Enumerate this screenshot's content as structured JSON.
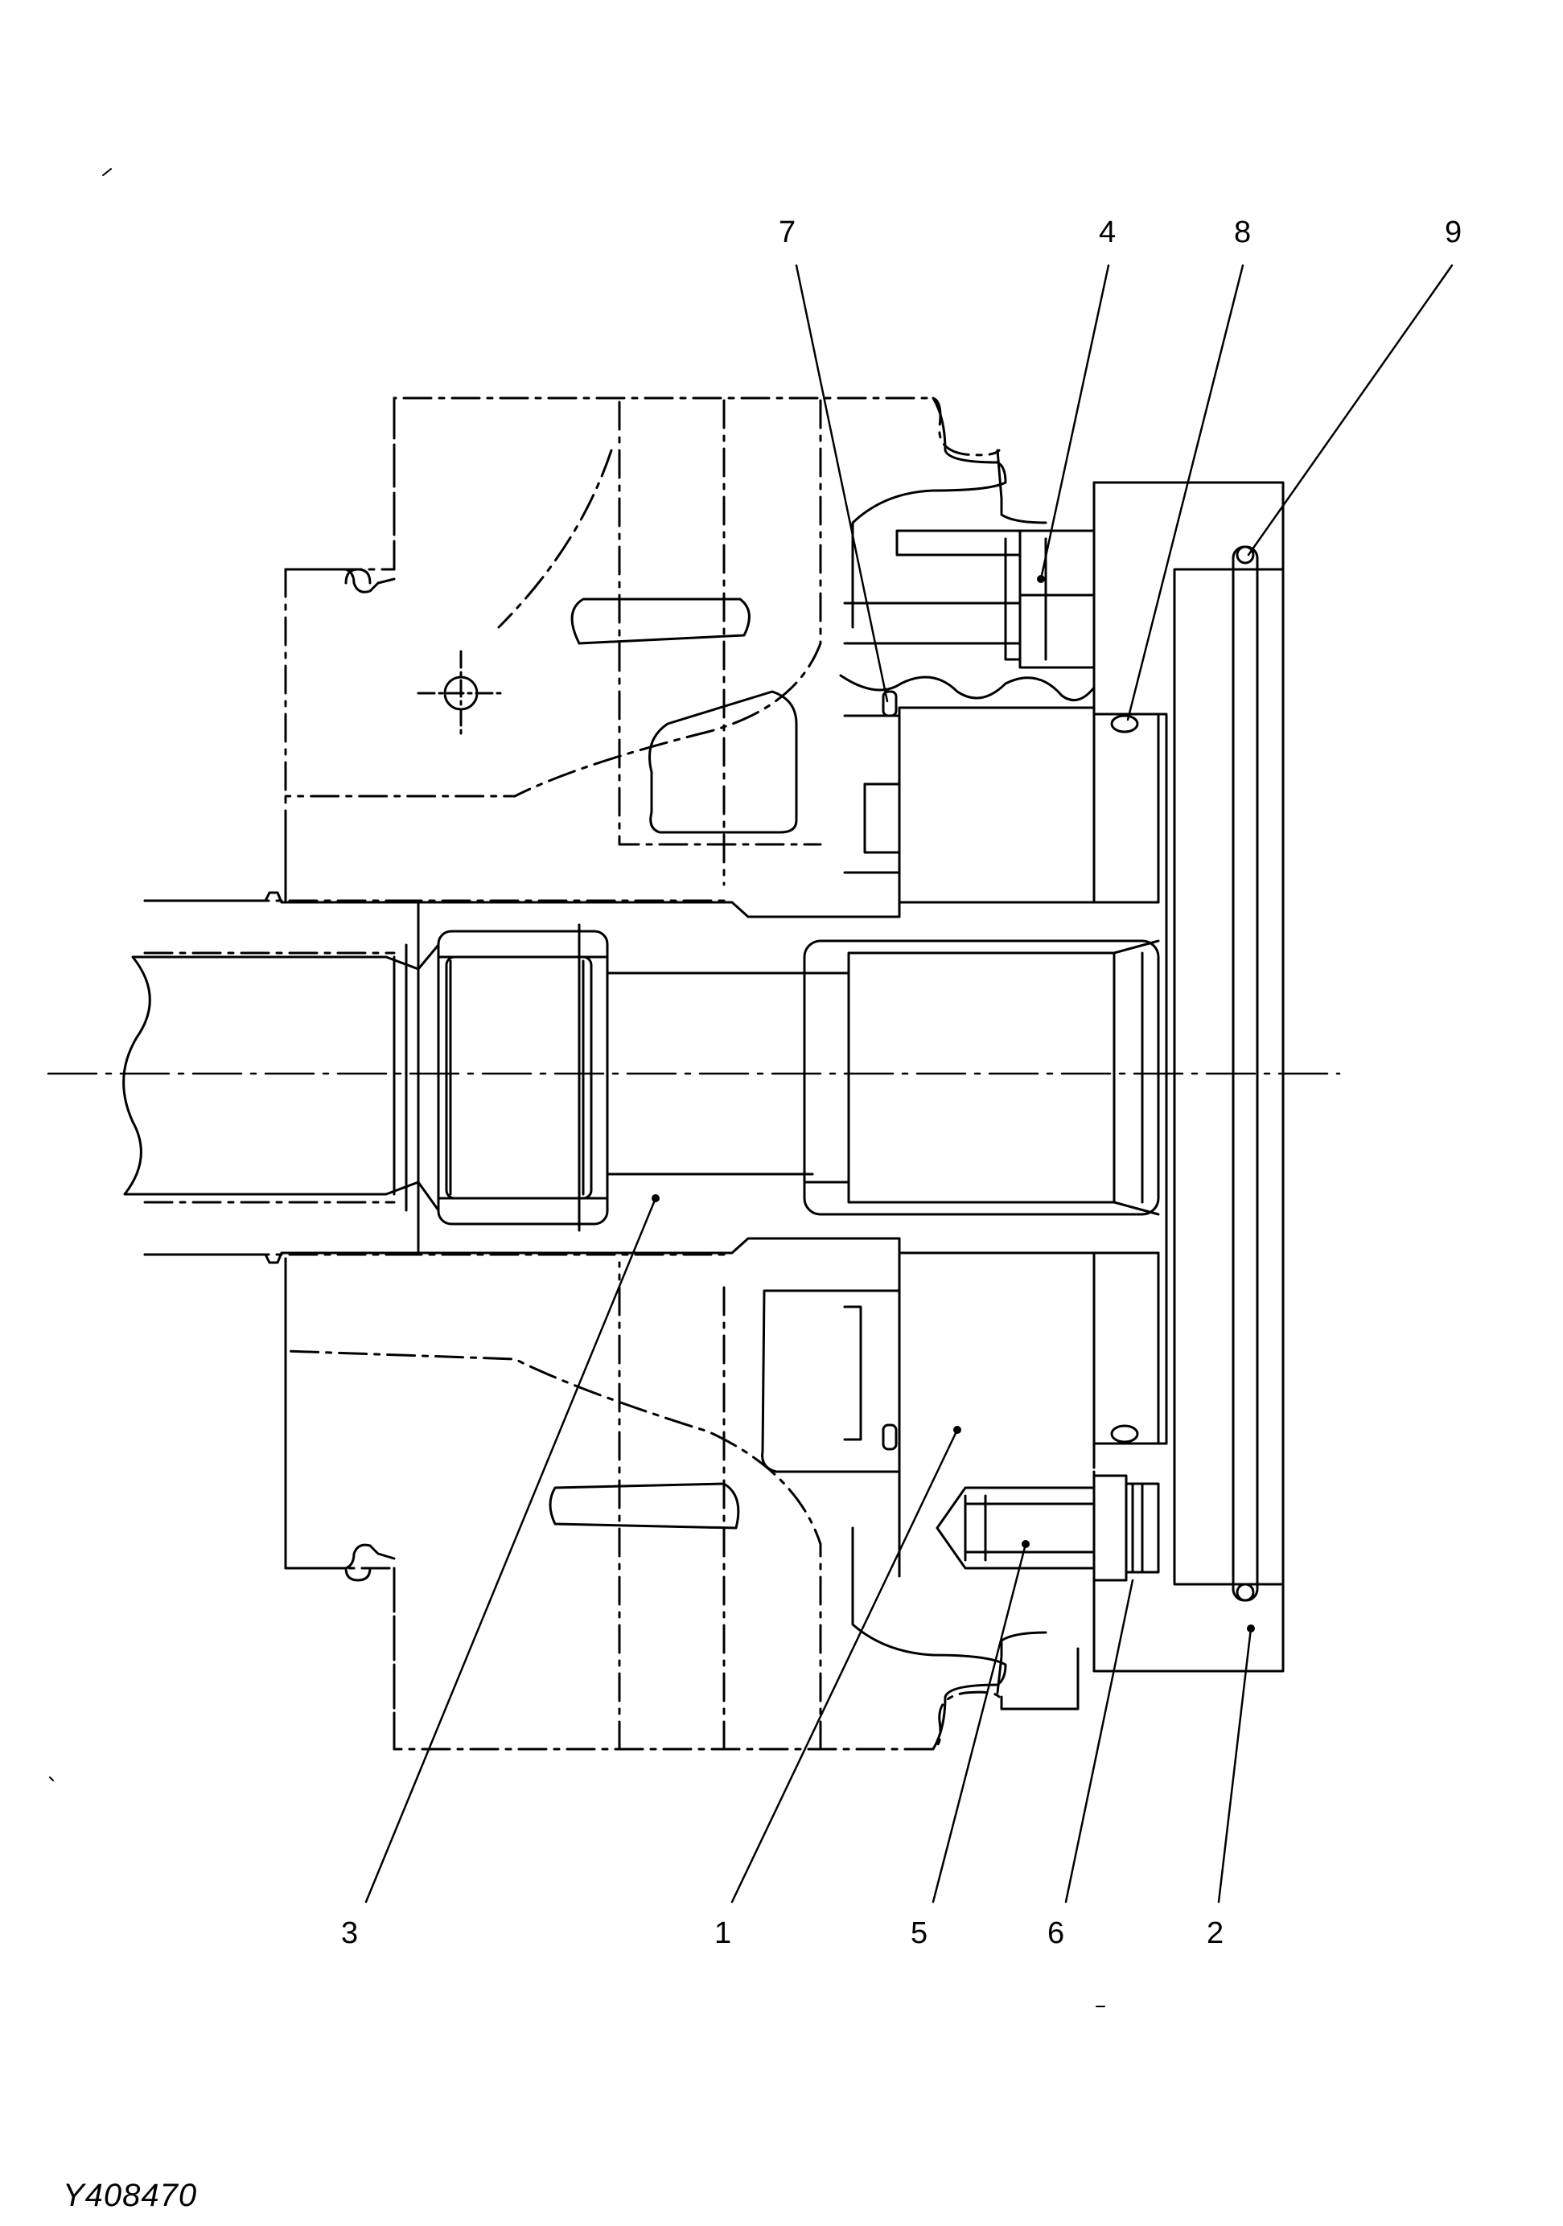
{
  "diagram": {
    "drawing_code": "Y408470",
    "callouts": [
      {
        "id": "c7",
        "label": "7"
      },
      {
        "id": "c4",
        "label": "4"
      },
      {
        "id": "c8",
        "label": "8"
      },
      {
        "id": "c9",
        "label": "9"
      },
      {
        "id": "c3",
        "label": "3"
      },
      {
        "id": "c1",
        "label": "1"
      },
      {
        "id": "c5",
        "label": "5"
      },
      {
        "id": "c6",
        "label": "6"
      },
      {
        "id": "c2",
        "label": "2"
      }
    ],
    "colors": {
      "ink": "#000000",
      "paper": "#ffffff"
    }
  }
}
